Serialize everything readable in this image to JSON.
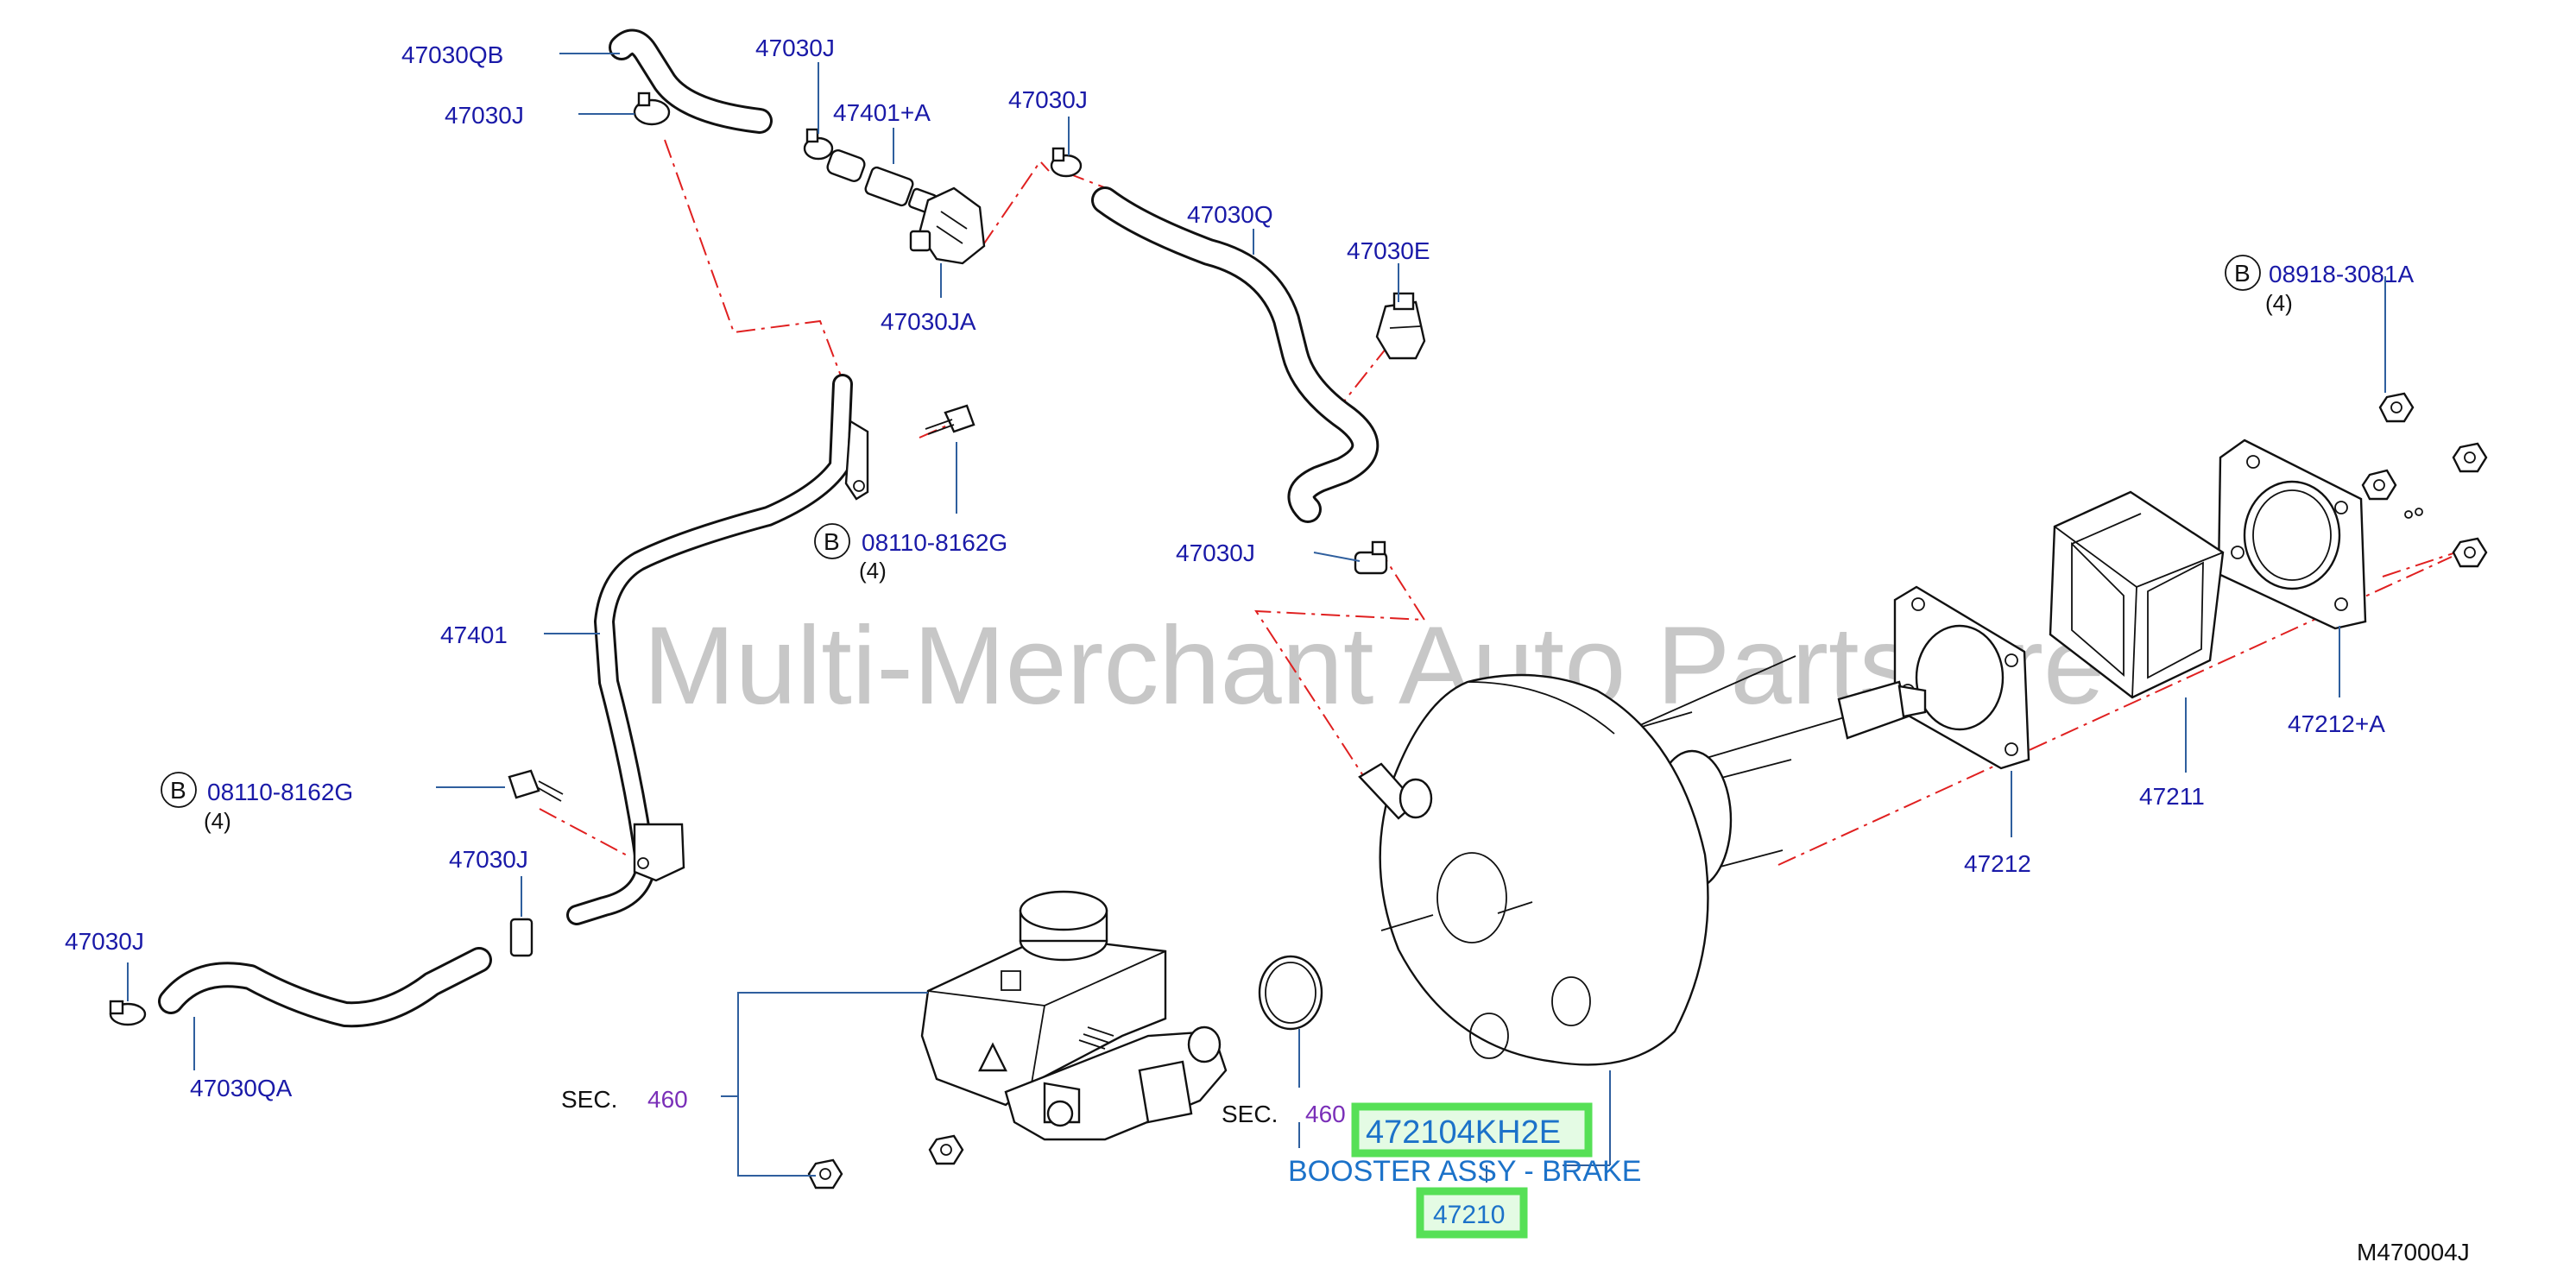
{
  "watermark": "Multi-Merchant Auto Partstore",
  "diagram_code": "M470004J",
  "highlight": {
    "part_number": "472104KH2E",
    "description": "BOOSTER ASSY - BRAKE",
    "ref_number": "47210"
  },
  "labels": {
    "p47030QB": "47030QB",
    "p47030J_a": "47030J",
    "p47030J_b": "47030J",
    "p474010A": "47401+A",
    "p47030J_c": "47030J",
    "p47030JA": "47030JA",
    "p47030Q": "47030Q",
    "p47030E": "47030E",
    "b_bolt_1": "08918-3081A",
    "b_bolt_1_qty": "(4)",
    "b_bolt_2": "08110-8162G",
    "b_bolt_2_qty": "(4)",
    "p47030J_d": "47030J",
    "p47401": "47401",
    "b_bolt_3": "08110-8162G",
    "b_bolt_3_qty": "(4)",
    "p47030J_e": "47030J",
    "p47030J_f": "47030J",
    "p47030QA": "47030QA",
    "p47212A": "47212+A",
    "p47211": "47211",
    "p47212": "47212",
    "sec_a_label": "SEC.",
    "sec_a_num": "460",
    "sec_b_label": "SEC.",
    "sec_b_num": "460",
    "circle_b": "B"
  },
  "colors": {
    "label_blue": "#1a1aa8",
    "highlight_green": "#56e056",
    "highlight_text": "#1c72c9",
    "phantom_red": "#e02020",
    "section_purple": "#7a2fb8"
  }
}
